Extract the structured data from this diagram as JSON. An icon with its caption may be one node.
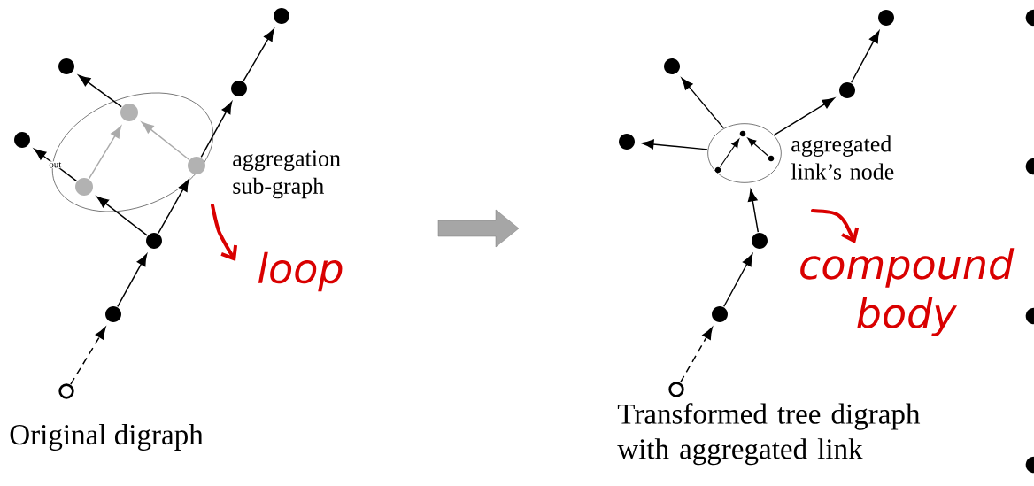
{
  "diagram": {
    "nodes": [
      {
        "text": [],
        "shape": "ellipse",
        "beside": [
          "aggregation sub-graph"
        ]
      },
      {
        "text": [],
        "shape": "circle"
      },
      {
        "text": [],
        "shape": "circle"
      },
      {
        "text": [],
        "shape": "circle"
      },
      {
        "text": [],
        "shape": "circle",
        "in": 0
      },
      {
        "text": [],
        "shape": "circle",
        "in": 0
      },
      {
        "text": [],
        "shape": "circle",
        "in": 0
      },
      {
        "text": [],
        "shape": "circle"
      },
      {
        "text": [],
        "shape": "circle"
      },
      {
        "text": [],
        "shape": "circle"
      },
      {
        "text": [],
        "shape": "circle"
      },
      {
        "text": [],
        "shape": "circle"
      },
      {
        "text": [],
        "shape": "circle"
      },
      {
        "text": [],
        "shape": "circle"
      },
      {
        "text": [],
        "shape": "ellipse",
        "beside": [
          "aggregated link’s node"
        ]
      },
      {
        "text": [],
        "shape": "circle",
        "in": 14
      },
      {
        "text": [],
        "shape": "circle",
        "in": 14
      },
      {
        "text": [],
        "shape": "circle",
        "in": 14
      },
      {
        "text": [],
        "shape": "circle"
      },
      {
        "text": [],
        "shape": "circle"
      },
      {
        "text": [],
        "shape": "circle"
      },
      {
        "text": [],
        "shape": "circle"
      },
      {
        "text": [],
        "shape": "circle"
      },
      {
        "text": [],
        "shape": "circle"
      },
      {
        "text": [],
        "shape": "circle"
      },
      {
        "text": [],
        "shape": "circle"
      }
    ],
    "edges": [
      {
        "from": 1,
        "to": 2,
        "arrow": "to",
        "style": "dashed"
      },
      {
        "from": 2,
        "to": 3,
        "arrow": "to"
      },
      {
        "from": 3,
        "to": 4,
        "arrow": "to"
      },
      {
        "from": 3,
        "to": 6,
        "arrow": "to"
      },
      {
        "from": 4,
        "to": 5,
        "arrow": "to",
        "color": "#aaaaaa"
      },
      {
        "from": 6,
        "to": 5,
        "arrow": "to",
        "color": "#aaaaaa"
      },
      {
        "from": 6,
        "to": 7,
        "arrow": "to"
      },
      {
        "from": 7,
        "to": 8,
        "arrow": "to"
      },
      {
        "from": 5,
        "to": 9,
        "arrow": "to"
      },
      {
        "from": 4,
        "to": 10,
        "arrow": "to",
        "label": "out"
      },
      {
        "from": 11,
        "to": 12,
        "arrow": "to",
        "style": "dashed"
      },
      {
        "from": 12,
        "to": 13,
        "arrow": "to"
      },
      {
        "from": 13,
        "to": 14,
        "arrow": "to"
      },
      {
        "from": 14,
        "to": 18,
        "arrow": "to"
      },
      {
        "from": 14,
        "to": 19,
        "arrow": "to"
      },
      {
        "from": 14,
        "to": 20,
        "arrow": "to"
      },
      {
        "from": 20,
        "to": 21,
        "arrow": "to"
      },
      {
        "from": 15,
        "to": 16,
        "arrow": "to"
      },
      {
        "from": 17,
        "to": 16,
        "arrow": "to"
      }
    ],
    "labels": [
      "Original digraph",
      "Transformed tree digraph with aggregated link",
      "loop",
      "compound body"
    ]
  }
}
